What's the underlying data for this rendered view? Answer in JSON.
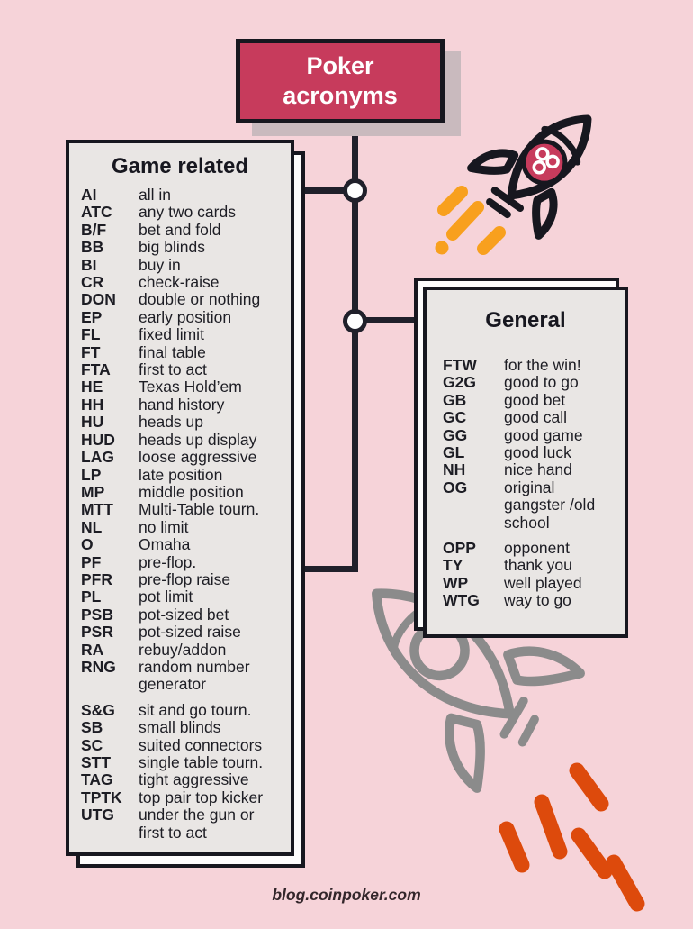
{
  "title": "Poker\nacronyms",
  "footer": "blog.coinpoker.com",
  "colors": {
    "background": "#f6d3d9",
    "title_red": "#c73b5c",
    "panel_gray": "#e9e6e4",
    "ink": "#17171f",
    "exhaust_orange": "#f8a01e",
    "exhaust_dark_orange": "#dd4a0c",
    "rocket_gray": "#8b8b8b"
  },
  "icons": {
    "top_rocket": "rocket-outline-with-coinpoker-badge",
    "bottom_rocket": "rocket-outline-gray",
    "badge": "coinpoker-logo"
  },
  "panels": [
    {
      "title": "Game related",
      "items": [
        {
          "abbr": "AI",
          "meaning": "all in"
        },
        {
          "abbr": "ATC",
          "meaning": "any two cards"
        },
        {
          "abbr": "B/F",
          "meaning": "bet and fold"
        },
        {
          "abbr": "BB",
          "meaning": "big blinds"
        },
        {
          "abbr": "BI",
          "meaning": "buy in"
        },
        {
          "abbr": "CR",
          "meaning": "check-raise"
        },
        {
          "abbr": "DON",
          "meaning": "double or nothing"
        },
        {
          "abbr": "EP",
          "meaning": "early position"
        },
        {
          "abbr": "FL",
          "meaning": "fixed limit"
        },
        {
          "abbr": "FT",
          "meaning": "final table"
        },
        {
          "abbr": "FTA",
          "meaning": "first to act"
        },
        {
          "abbr": "HE",
          "meaning": "Texas Hold’em"
        },
        {
          "abbr": "HH",
          "meaning": "hand history"
        },
        {
          "abbr": "HU",
          "meaning": "heads up"
        },
        {
          "abbr": "HUD",
          "meaning": "heads up display"
        },
        {
          "abbr": "LAG",
          "meaning": "loose aggressive"
        },
        {
          "abbr": "LP",
          "meaning": "late position"
        },
        {
          "abbr": "MP",
          "meaning": "middle position"
        },
        {
          "abbr": "MTT",
          "meaning": "Multi-Table tourn."
        },
        {
          "abbr": "NL",
          "meaning": "no limit"
        },
        {
          "abbr": "O",
          "meaning": "Omaha"
        },
        {
          "abbr": "PF",
          "meaning": "pre-flop."
        },
        {
          "abbr": "PFR",
          "meaning": "pre-flop raise"
        },
        {
          "abbr": "PL",
          "meaning": "pot limit"
        },
        {
          "abbr": "PSB",
          "meaning": "pot-sized bet"
        },
        {
          "abbr": "PSR",
          "meaning": "pot-sized raise"
        },
        {
          "abbr": "RA",
          "meaning": "rebuy/addon"
        },
        {
          "abbr": "RNG",
          "meaning": "random number\ngenerator"
        },
        {
          "abbr": "S&G",
          "meaning": "sit and go tourn.",
          "gap_before": true
        },
        {
          "abbr": "SB",
          "meaning": "small blinds"
        },
        {
          "abbr": "SC",
          "meaning": "suited connectors"
        },
        {
          "abbr": "STT",
          "meaning": "single table tourn."
        },
        {
          "abbr": "TAG",
          "meaning": "tight aggressive"
        },
        {
          "abbr": "TPTK",
          "meaning": "top pair top kicker"
        },
        {
          "abbr": "UTG",
          "meaning": "under the gun or\nfirst to act"
        }
      ]
    },
    {
      "title": "General",
      "items": [
        {
          "abbr": "FTW",
          "meaning": "for the win!"
        },
        {
          "abbr": "G2G",
          "meaning": "good to go"
        },
        {
          "abbr": "GB",
          "meaning": "good bet"
        },
        {
          "abbr": "GC",
          "meaning": "good call"
        },
        {
          "abbr": "GG",
          "meaning": "good game"
        },
        {
          "abbr": "GL",
          "meaning": "good luck"
        },
        {
          "abbr": "NH",
          "meaning": "nice hand"
        },
        {
          "abbr": "OG",
          "meaning": "original\ngangster /old\nschool"
        },
        {
          "abbr": "OPP",
          "meaning": "opponent",
          "gap_before": true
        },
        {
          "abbr": "TY",
          "meaning": "thank you"
        },
        {
          "abbr": "WP",
          "meaning": "well played"
        },
        {
          "abbr": "WTG",
          "meaning": "way to go"
        }
      ]
    }
  ]
}
